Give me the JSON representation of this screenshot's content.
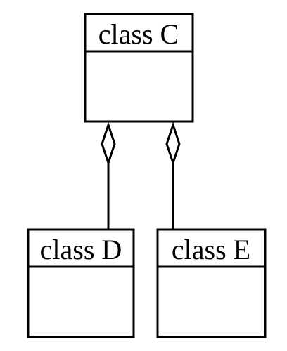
{
  "diagram": {
    "type": "uml-class-diagram",
    "classes": [
      {
        "id": "C",
        "name": "class C"
      },
      {
        "id": "D",
        "name": "class D"
      },
      {
        "id": "E",
        "name": "class E"
      }
    ],
    "relations": [
      {
        "type": "aggregation",
        "whole": "C",
        "part": "D"
      },
      {
        "type": "aggregation",
        "whole": "C",
        "part": "E"
      }
    ],
    "colors": {
      "stroke": "#000000",
      "fill": "#ffffff"
    }
  }
}
